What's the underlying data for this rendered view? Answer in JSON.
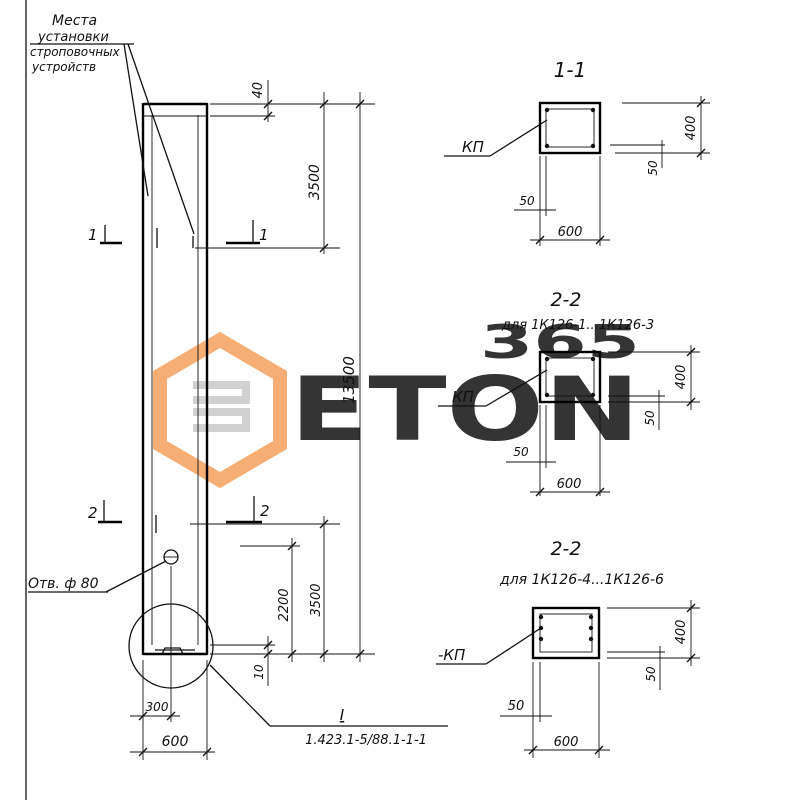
{
  "labels": {
    "lifting_places_l1": "Места",
    "lifting_places_l2": "установки",
    "lifting_places_l3": "строповочных",
    "lifting_places_l4": "устройств",
    "hole": "Отв. ф 80",
    "detail_mark": "I",
    "detail_ref": "1.423.1-5/88.1-1-1",
    "cut1_left": "1",
    "cut1_right": "1",
    "cut2_left": "2",
    "cut2_right": "2"
  },
  "elevation_dims": {
    "top_offset": "40",
    "upper_span": "3500",
    "total_height": "13500",
    "lower_hole": "2200",
    "lower_span": "3500",
    "base_offset": "10",
    "hole_from_edge": "300",
    "width": "600"
  },
  "sections": [
    {
      "title": "1-1",
      "subtitle": "",
      "kp": "КП",
      "dim_height": "400",
      "dim_cover_v": "50",
      "dim_cover_h": "50",
      "dim_width": "600"
    },
    {
      "title": "2-2",
      "subtitle": "для 1К126-1...1К126-3",
      "kp": "КП",
      "dim_height": "400",
      "dim_cover_v": "50",
      "dim_cover_h": "50",
      "dim_width": "600"
    },
    {
      "title": "2-2",
      "subtitle": "для 1К126-4...1К126-6",
      "kp": "-КП",
      "dim_height": "400",
      "dim_cover_v": "50",
      "dim_cover_h": "50",
      "dim_width": "600"
    }
  ],
  "watermark": {
    "brand": "ETON",
    "number": "365",
    "accent": "#f5a15d",
    "grey": "#c9c9c9"
  }
}
